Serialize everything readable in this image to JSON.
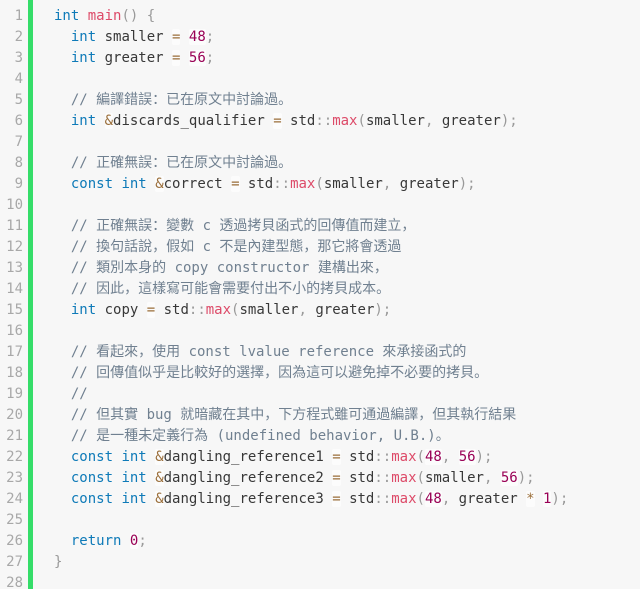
{
  "editor": {
    "language": "cpp",
    "line_count": 28,
    "colors": {
      "background": "#f7f7f7",
      "gutter_text": "#a8a8a8",
      "accent_bar": "#35dd69",
      "keyword": "#0e7ab8",
      "function": "#dd4a68",
      "number": "#990055",
      "operator": "#9a6e3a",
      "punctuation": "#999999",
      "comment": "#708090",
      "plain": "#383838",
      "token_highlight_bg": "rgba(255,255,255,0.6)"
    },
    "lines": [
      [
        [
          "k",
          "int"
        ],
        [
          "p",
          " "
        ],
        [
          "f",
          "main"
        ],
        [
          "u",
          "()"
        ],
        [
          "p",
          " "
        ],
        [
          "u",
          "{"
        ]
      ],
      [
        [
          "p",
          "  "
        ],
        [
          "k",
          "int"
        ],
        [
          "p",
          " smaller "
        ],
        [
          "o",
          "="
        ],
        [
          "p",
          " "
        ],
        [
          "n",
          "48"
        ],
        [
          "u",
          ";"
        ]
      ],
      [
        [
          "p",
          "  "
        ],
        [
          "k",
          "int"
        ],
        [
          "p",
          " greater "
        ],
        [
          "o",
          "="
        ],
        [
          "p",
          " "
        ],
        [
          "n",
          "56"
        ],
        [
          "u",
          ";"
        ]
      ],
      [],
      [
        [
          "p",
          "  "
        ],
        [
          "c",
          "// 編譯錯誤：已在原文中討論過。"
        ]
      ],
      [
        [
          "p",
          "  "
        ],
        [
          "k",
          "int"
        ],
        [
          "p",
          " "
        ],
        [
          "o",
          "&"
        ],
        [
          "p",
          "discards_qualifier "
        ],
        [
          "o",
          "="
        ],
        [
          "p",
          " std"
        ],
        [
          "u",
          "::"
        ],
        [
          "f",
          "max"
        ],
        [
          "u",
          "("
        ],
        [
          "p",
          "smaller"
        ],
        [
          "u",
          ","
        ],
        [
          "p",
          " greater"
        ],
        [
          "u",
          ");"
        ]
      ],
      [],
      [
        [
          "p",
          "  "
        ],
        [
          "c",
          "// 正確無誤：已在原文中討論過。"
        ]
      ],
      [
        [
          "p",
          "  "
        ],
        [
          "k",
          "const"
        ],
        [
          "p",
          " "
        ],
        [
          "k",
          "int"
        ],
        [
          "p",
          " "
        ],
        [
          "o",
          "&"
        ],
        [
          "p",
          "correct "
        ],
        [
          "o",
          "="
        ],
        [
          "p",
          " std"
        ],
        [
          "u",
          "::"
        ],
        [
          "f",
          "max"
        ],
        [
          "u",
          "("
        ],
        [
          "p",
          "smaller"
        ],
        [
          "u",
          ","
        ],
        [
          "p",
          " greater"
        ],
        [
          "u",
          ");"
        ]
      ],
      [],
      [
        [
          "p",
          "  "
        ],
        [
          "c",
          "// 正確無誤：變數 c 透過拷貝函式的回傳值而建立，"
        ]
      ],
      [
        [
          "p",
          "  "
        ],
        [
          "c",
          "// 換句話說，假如 c 不是內建型態，那它將會透過"
        ]
      ],
      [
        [
          "p",
          "  "
        ],
        [
          "c",
          "// 類別本身的 copy constructor 建構出來，"
        ]
      ],
      [
        [
          "p",
          "  "
        ],
        [
          "c",
          "// 因此，這樣寫可能會需要付出不小的拷貝成本。"
        ]
      ],
      [
        [
          "p",
          "  "
        ],
        [
          "k",
          "int"
        ],
        [
          "p",
          " copy "
        ],
        [
          "o",
          "="
        ],
        [
          "p",
          " std"
        ],
        [
          "u",
          "::"
        ],
        [
          "f",
          "max"
        ],
        [
          "u",
          "("
        ],
        [
          "p",
          "smaller"
        ],
        [
          "u",
          ","
        ],
        [
          "p",
          " greater"
        ],
        [
          "u",
          ");"
        ]
      ],
      [],
      [
        [
          "p",
          "  "
        ],
        [
          "c",
          "// 看起來，使用 const lvalue reference 來承接函式的"
        ]
      ],
      [
        [
          "p",
          "  "
        ],
        [
          "c",
          "// 回傳值似乎是比較好的選擇，因為這可以避免掉不必要的拷貝。"
        ]
      ],
      [
        [
          "p",
          "  "
        ],
        [
          "c",
          "//"
        ]
      ],
      [
        [
          "p",
          "  "
        ],
        [
          "c",
          "// 但其實 bug 就暗藏在其中，下方程式雖可通過編譯，但其執行結果"
        ]
      ],
      [
        [
          "p",
          "  "
        ],
        [
          "c",
          "// 是一種未定義行為 (undefined behavior, U.B.)。"
        ]
      ],
      [
        [
          "p",
          "  "
        ],
        [
          "k",
          "const"
        ],
        [
          "p",
          " "
        ],
        [
          "k",
          "int"
        ],
        [
          "p",
          " "
        ],
        [
          "o",
          "&"
        ],
        [
          "p",
          "dangling_reference1 "
        ],
        [
          "o",
          "="
        ],
        [
          "p",
          " std"
        ],
        [
          "u",
          "::"
        ],
        [
          "f",
          "max"
        ],
        [
          "u",
          "("
        ],
        [
          "n",
          "48"
        ],
        [
          "u",
          ","
        ],
        [
          "p",
          " "
        ],
        [
          "n",
          "56"
        ],
        [
          "u",
          ");"
        ]
      ],
      [
        [
          "p",
          "  "
        ],
        [
          "k",
          "const"
        ],
        [
          "p",
          " "
        ],
        [
          "k",
          "int"
        ],
        [
          "p",
          " "
        ],
        [
          "o",
          "&"
        ],
        [
          "p",
          "dangling_reference2 "
        ],
        [
          "o",
          "="
        ],
        [
          "p",
          " std"
        ],
        [
          "u",
          "::"
        ],
        [
          "f",
          "max"
        ],
        [
          "u",
          "("
        ],
        [
          "p",
          "smaller"
        ],
        [
          "u",
          ","
        ],
        [
          "p",
          " "
        ],
        [
          "n",
          "56"
        ],
        [
          "u",
          ");"
        ]
      ],
      [
        [
          "p",
          "  "
        ],
        [
          "k",
          "const"
        ],
        [
          "p",
          " "
        ],
        [
          "k",
          "int"
        ],
        [
          "p",
          " "
        ],
        [
          "o",
          "&"
        ],
        [
          "p",
          "dangling_reference3 "
        ],
        [
          "o",
          "="
        ],
        [
          "p",
          " std"
        ],
        [
          "u",
          "::"
        ],
        [
          "f",
          "max"
        ],
        [
          "u",
          "("
        ],
        [
          "n",
          "48"
        ],
        [
          "u",
          ","
        ],
        [
          "p",
          " greater "
        ],
        [
          "o",
          "*"
        ],
        [
          "p",
          " "
        ],
        [
          "n",
          "1"
        ],
        [
          "u",
          ");"
        ]
      ],
      [],
      [
        [
          "p",
          "  "
        ],
        [
          "k",
          "return"
        ],
        [
          "p",
          " "
        ],
        [
          "n",
          "0"
        ],
        [
          "u",
          ";"
        ]
      ],
      [
        [
          "u",
          "}"
        ]
      ],
      []
    ]
  }
}
